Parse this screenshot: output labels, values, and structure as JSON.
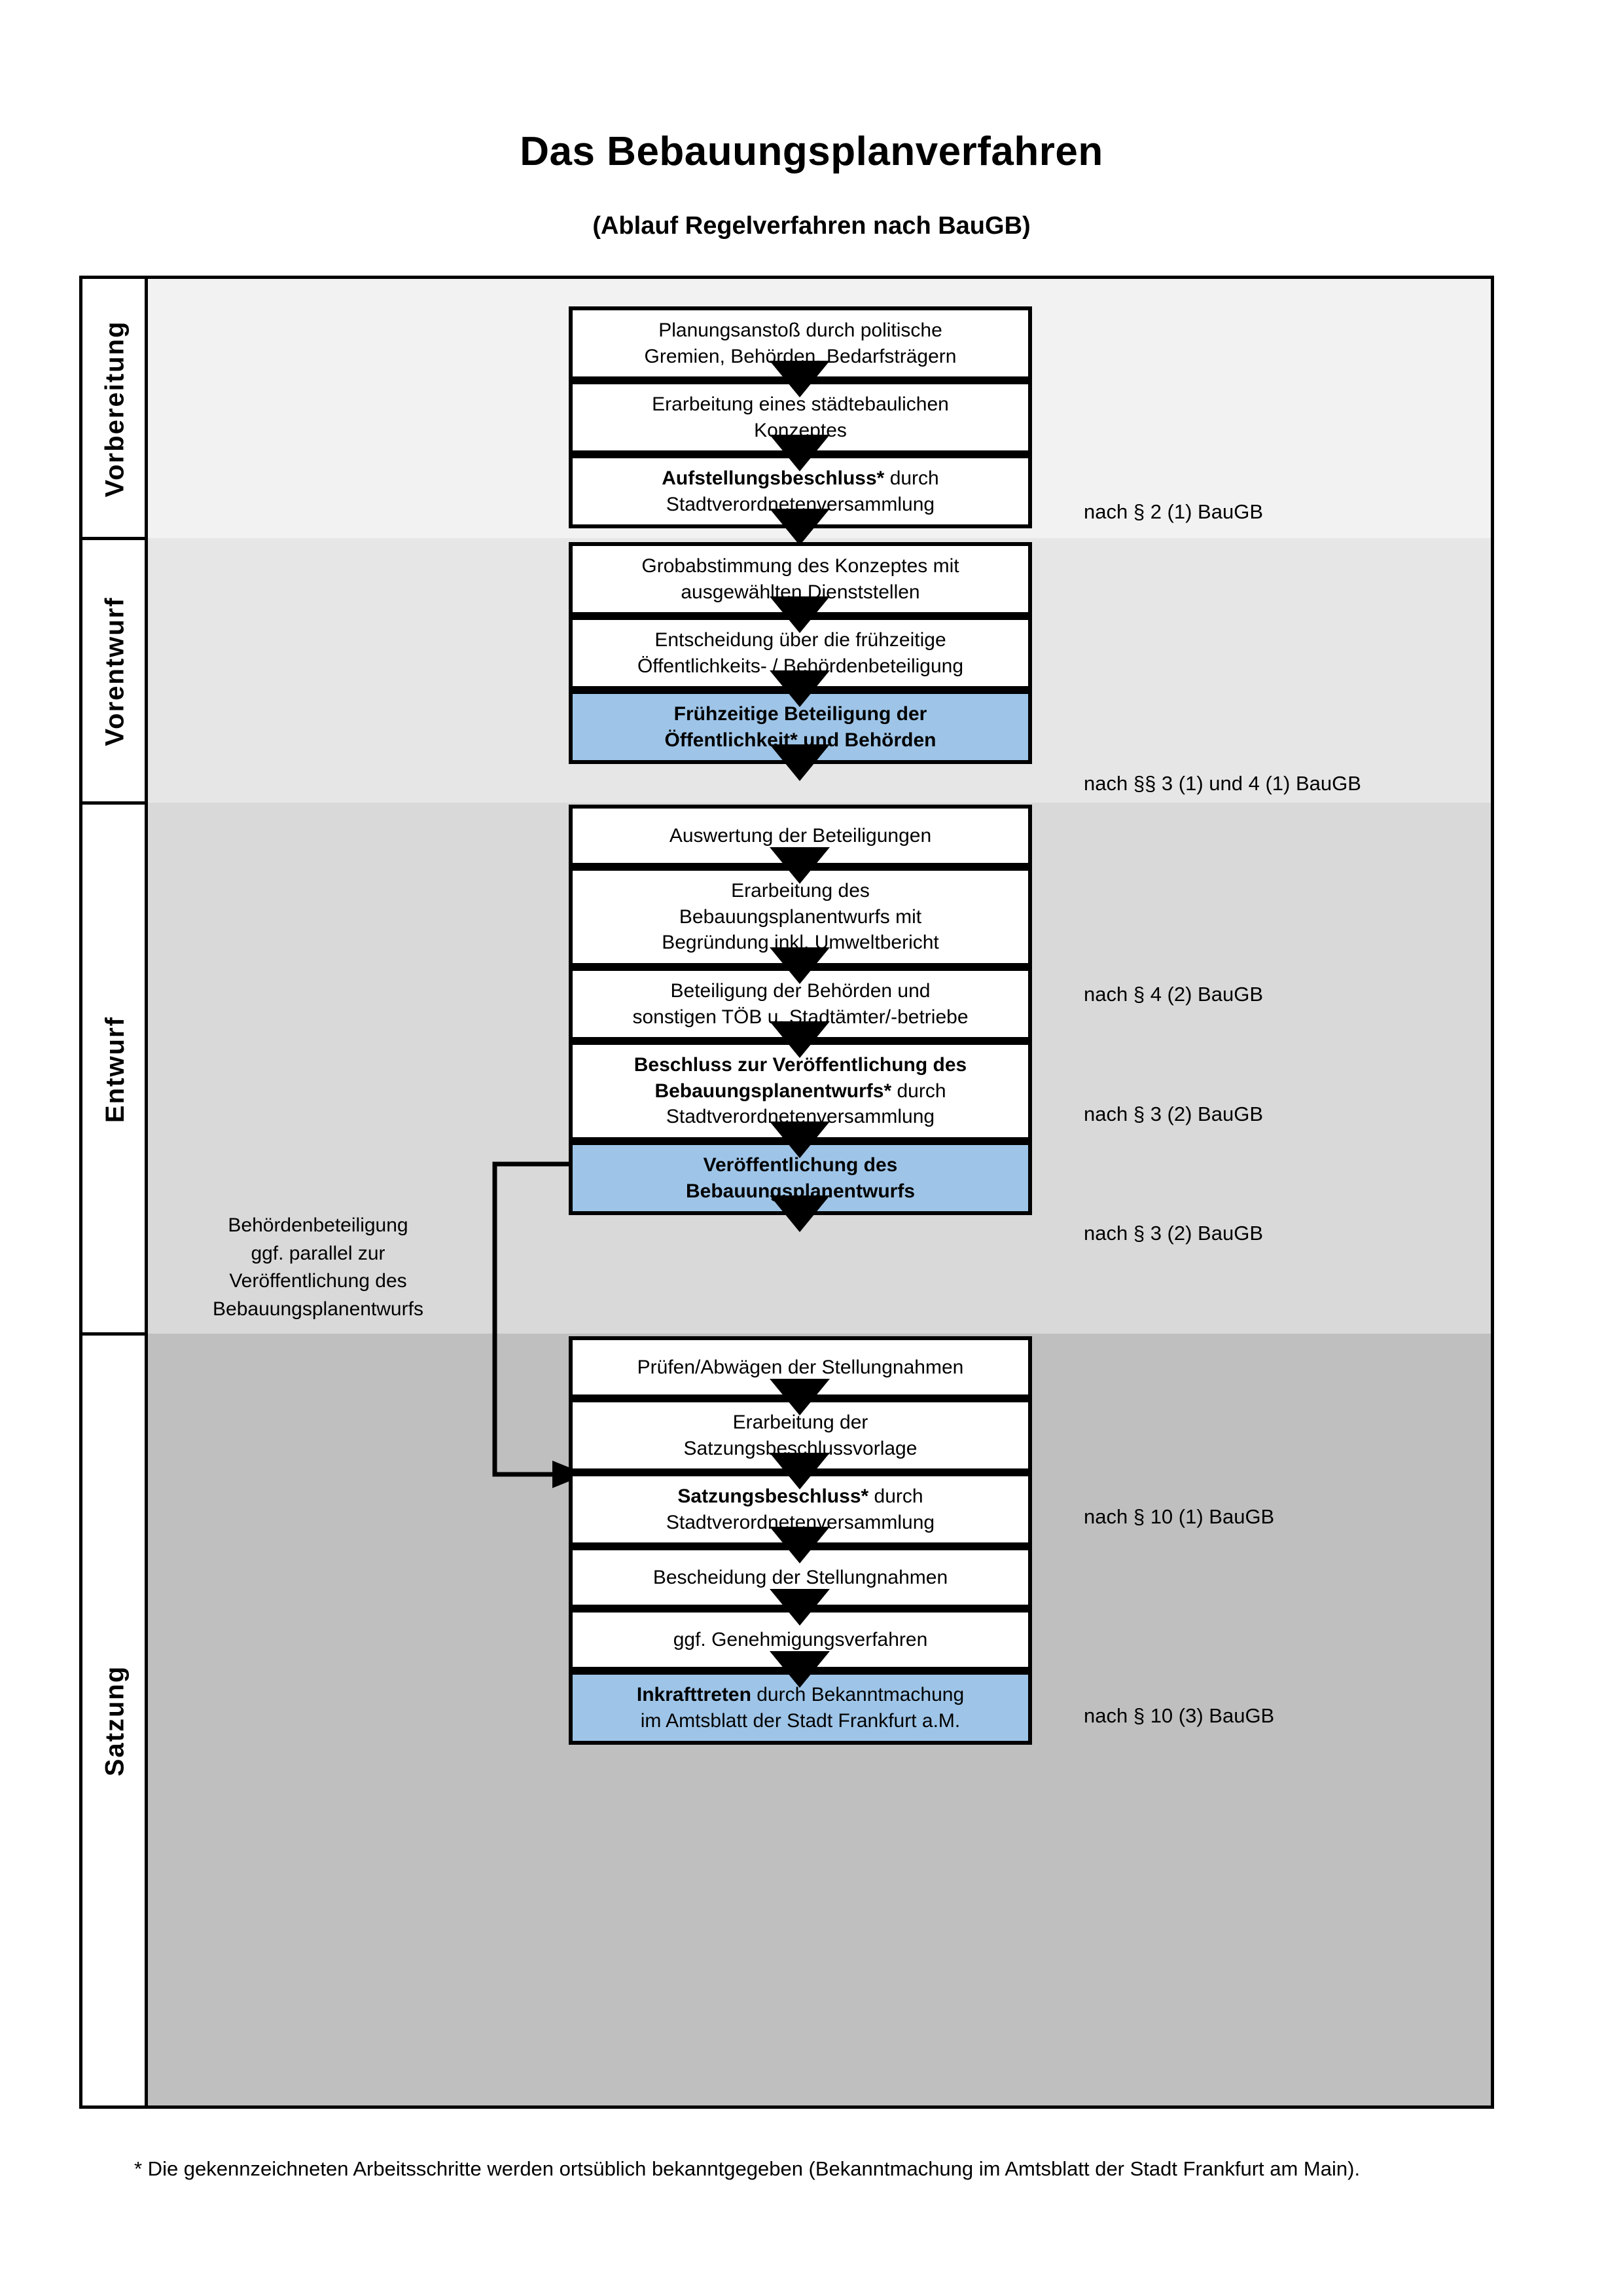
{
  "header": {
    "title": "Das Bebauungsplanverfahren",
    "subtitle": "(Ablauf Regelverfahren nach BauGB)"
  },
  "phases": [
    {
      "label": "Vorbereitung",
      "bg": "#F2F2F2"
    },
    {
      "label": "Vorentwurf",
      "bg": "#E6E6E6"
    },
    {
      "label": "Entwurf",
      "bg": "#D9D9D9"
    },
    {
      "label": "Satzung",
      "bg": "#BFBFBF"
    }
  ],
  "steps": [
    {
      "id": "planungsanstoss",
      "lines": [
        "Planungsanstoß durch politische",
        "Gremien, Behörden, Bedarfsträgern"
      ],
      "bold_prefix": "",
      "highlight": false
    },
    {
      "id": "staedtebau-konzept",
      "lines": [
        "Erarbeitung eines städtebaulichen",
        "Konzeptes"
      ],
      "bold_prefix": "",
      "highlight": false
    },
    {
      "id": "aufstellungsbeschluss",
      "lines": [
        "Aufstellungsbeschluss* durch",
        "Stadtverordnetenversammlung"
      ],
      "bold_prefix": "Aufstellungsbeschluss*",
      "highlight": false
    },
    {
      "id": "grobabstimmung",
      "lines": [
        "Grobabstimmung des Konzeptes mit",
        "ausgewählten Dienststellen"
      ],
      "bold_prefix": "",
      "highlight": false
    },
    {
      "id": "entscheidung-fruehzeitig",
      "lines": [
        "Entscheidung über die frühzeitige",
        "Öffentlichkeits- / Behördenbeteiligung"
      ],
      "bold_prefix": "",
      "highlight": false
    },
    {
      "id": "fruehzeitige-beteiligung",
      "lines": [
        "Frühzeitige Beteiligung der",
        "Öffentlichkeit* und Behörden"
      ],
      "bold_prefix": "ALL",
      "highlight": true
    },
    {
      "id": "auswertung-beteiligungen",
      "lines": [
        "Auswertung der Beteiligungen"
      ],
      "bold_prefix": "",
      "highlight": false
    },
    {
      "id": "erarbeitung-entwurf",
      "lines": [
        "Erarbeitung des",
        "Bebauungsplanentwurfs mit",
        "Begründung inkl. Umweltbericht"
      ],
      "bold_prefix": "",
      "highlight": false
    },
    {
      "id": "beteiligung-behoerden",
      "lines": [
        "Beteiligung der Behörden und",
        "sonstigen TÖB u. Stadtämter/-betriebe"
      ],
      "bold_prefix": "",
      "highlight": false
    },
    {
      "id": "beschluss-veroeffentlichung",
      "lines": [
        "Beschluss zur Veröffentlichung des",
        "Bebauungsplanentwurfs* durch",
        "Stadtverordnetenversammlung"
      ],
      "bold_prefix": "Beschluss zur Veröffentlichung des Bebauungsplanentwurfs*",
      "highlight": false
    },
    {
      "id": "veroeffentlichung-entwurf",
      "lines": [
        "Veröffentlichung des",
        "Bebauungsplanentwurfs"
      ],
      "bold_prefix": "ALL",
      "highlight": true
    },
    {
      "id": "pruefen-abwaegen",
      "lines": [
        "Prüfen/Abwägen der Stellungnahmen"
      ],
      "bold_prefix": "",
      "highlight": false
    },
    {
      "id": "erarbeitung-satzungsvorlage",
      "lines": [
        "Erarbeitung der",
        "Satzungsbeschlussvorlage"
      ],
      "bold_prefix": "",
      "highlight": false
    },
    {
      "id": "satzungsbeschluss",
      "lines": [
        "Satzungsbeschluss* durch",
        "Stadtverordnetenversammlung"
      ],
      "bold_prefix": "Satzungsbeschluss*",
      "highlight": false
    },
    {
      "id": "bescheidung-stellungnahmen",
      "lines": [
        "Bescheidung der Stellungnahmen"
      ],
      "bold_prefix": "",
      "highlight": false
    },
    {
      "id": "genehmigungsverfahren",
      "lines": [
        "ggf. Genehmigungsverfahren"
      ],
      "bold_prefix": "",
      "highlight": false
    },
    {
      "id": "inkrafttreten",
      "lines": [
        "Inkrafttreten durch Bekanntmachung",
        "im Amtsblatt der Stadt Frankfurt a.M."
      ],
      "bold_prefix": "Inkrafttreten",
      "highlight": true
    }
  ],
  "notes": [
    {
      "id": "note-par2",
      "text": "nach § 2 (1) BauGB"
    },
    {
      "id": "note-par3-4-1",
      "text": "nach §§ 3 (1) und 4 (1) BauGB"
    },
    {
      "id": "note-par4-2",
      "text": "nach § 4 (2) BauGB"
    },
    {
      "id": "note-par3-2-a",
      "text": "nach § 3 (2) BauGB"
    },
    {
      "id": "note-par3-2-b",
      "text": "nach § 3 (2) BauGB"
    },
    {
      "id": "note-par10-1",
      "text": "nach § 10 (1) BauGB"
    },
    {
      "id": "note-par10-3",
      "text": "nach § 10 (3) BauGB"
    }
  ],
  "side_annotation": {
    "lines": [
      "Behördenbeteiligung",
      "ggf. parallel zur",
      "Veröffentlichung des",
      "Bebauungsplanentwurfs"
    ]
  },
  "footnote": {
    "text": "* Die gekennzeichneten Arbeitsschritte werden ortsüblich bekanntgegeben (Bekanntmachung im Amtsblatt  der Stadt Frankfurt am Main)."
  },
  "colors": {
    "highlight_blue": "#9EC5E8",
    "border_black": "#000000",
    "page_background": "#FFFFFF"
  }
}
